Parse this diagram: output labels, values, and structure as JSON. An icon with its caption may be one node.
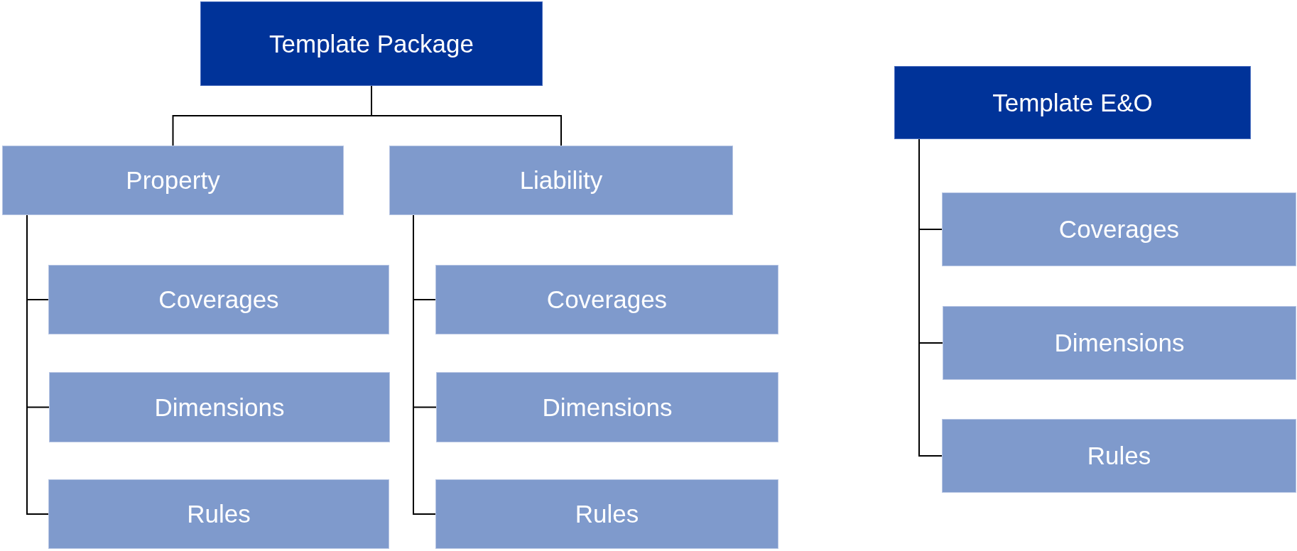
{
  "diagram": {
    "nodes": [
      {
        "text": [
          "Template Package"
        ]
      },
      {
        "text": [
          "Property"
        ]
      },
      {
        "text": [
          "Liability"
        ]
      },
      {
        "text": [
          "Coverages"
        ]
      },
      {
        "text": [
          "Dimensions"
        ]
      },
      {
        "text": [
          "Rules"
        ]
      },
      {
        "text": [
          "Coverages"
        ]
      },
      {
        "text": [
          "Dimensions"
        ]
      },
      {
        "text": [
          "Rules"
        ]
      },
      {
        "text": [
          "Template E&O"
        ]
      },
      {
        "text": [
          "Coverages"
        ]
      },
      {
        "text": [
          "Dimensions"
        ]
      },
      {
        "text": [
          "Rules"
        ]
      }
    ],
    "edges": [
      {
        "from": 0,
        "to": 1,
        "arrow": "none"
      },
      {
        "from": 0,
        "to": 2,
        "arrow": "none"
      },
      {
        "from": 1,
        "to": 3,
        "arrow": "none"
      },
      {
        "from": 1,
        "to": 4,
        "arrow": "none"
      },
      {
        "from": 1,
        "to": 5,
        "arrow": "none"
      },
      {
        "from": 2,
        "to": 6,
        "arrow": "none"
      },
      {
        "from": 2,
        "to": 7,
        "arrow": "none"
      },
      {
        "from": 2,
        "to": 8,
        "arrow": "none"
      },
      {
        "from": 9,
        "to": 10,
        "arrow": "none"
      },
      {
        "from": 9,
        "to": 11,
        "arrow": "none"
      },
      {
        "from": 9,
        "to": 12,
        "arrow": "none"
      }
    ]
  }
}
